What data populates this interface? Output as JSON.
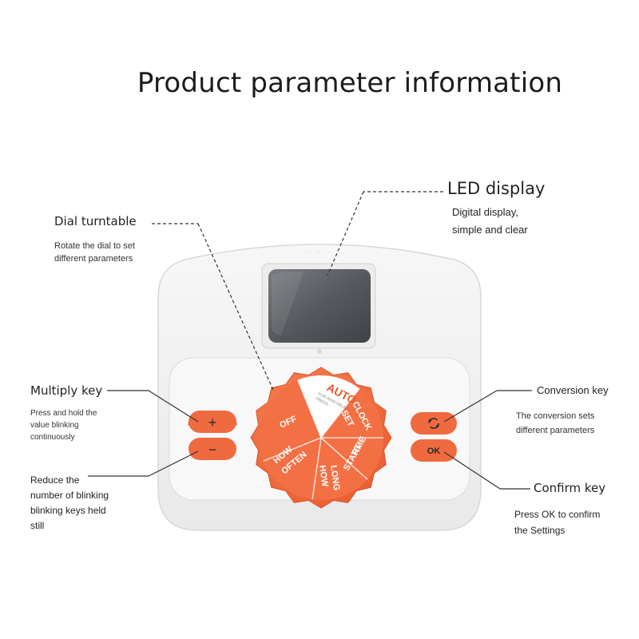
{
  "title": "Product parameter information",
  "led": {
    "title": "LED display",
    "desc": [
      "Digital display,",
      "simple and clear"
    ]
  },
  "dial": {
    "title": "Dial turntable",
    "desc": [
      "Rotate the dial to set",
      "different parameters"
    ]
  },
  "multiply": {
    "title": "Multiply key",
    "desc": [
      "Press and hold the",
      "value blinking",
      "continuously"
    ]
  },
  "reduce": {
    "desc": [
      "Reduce the",
      "number of blinking",
      "blinking keys held",
      "still"
    ]
  },
  "conversion": {
    "title": "Conversion key",
    "desc": [
      "The conversion sets",
      "different parameters"
    ]
  },
  "confirm": {
    "title": "Confirm key",
    "desc": [
      "Press OK to confirm",
      "the Settings"
    ]
  },
  "buttons": {
    "plus": "+",
    "minus": "−",
    "ok": "OK"
  },
  "dial_labels": {
    "auto": "AUTO",
    "auto_sub1": "FOR RAIN DELAY",
    "auto_sub2": "PRESS -",
    "off": "OFF",
    "set": "SET",
    "clock": "CLOCK",
    "start": "START",
    "time": "TIME",
    "how_long_1": "HOW",
    "how_long_2": "LONG",
    "how_often_1": "HOW",
    "how_often_2": "OFTEN"
  },
  "colors": {
    "accent": "#f16a3f",
    "housing": "#f3f3f3",
    "screen": "#5b5f63"
  }
}
